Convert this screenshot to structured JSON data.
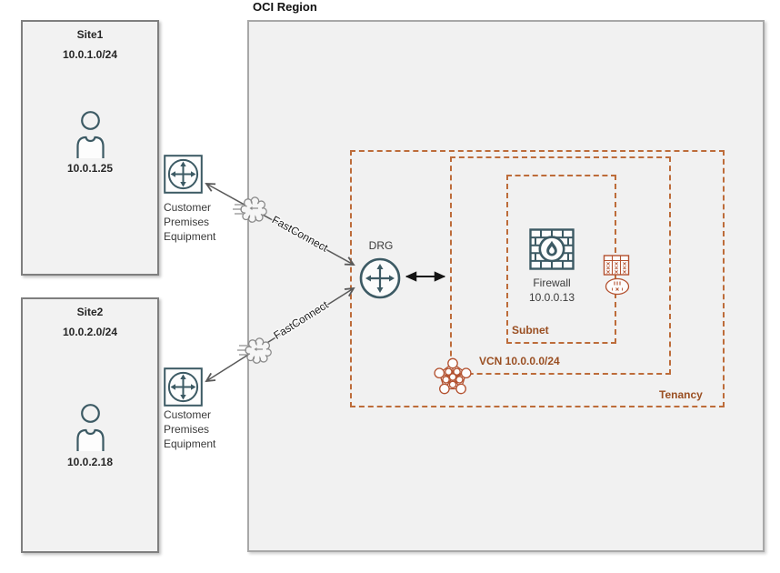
{
  "region": {
    "title": "OCI Region"
  },
  "sites": [
    {
      "name": "Site1",
      "cidr": "10.0.1.0/24",
      "host_ip": "10.0.1.25"
    },
    {
      "name": "Site2",
      "cidr": "10.0.2.0/24",
      "host_ip": "10.0.2.18"
    }
  ],
  "cpe": {
    "lines": [
      "Customer",
      "Premises",
      "Equipment"
    ]
  },
  "connections": [
    {
      "label": "FastConnect"
    },
    {
      "label": "FastConnect"
    }
  ],
  "drg": {
    "label": "DRG"
  },
  "firewall": {
    "label": "Firewall",
    "ip": "10.0.0.13"
  },
  "subnet": {
    "label": "Subnet"
  },
  "vcn": {
    "label": "VCN 10.0.0.0/24"
  },
  "tenancy": {
    "label": "Tenancy"
  },
  "icons": {
    "cpe": "router-icon",
    "drg": "router-icon",
    "site_host": "user-icon",
    "fastconnect": "cloud-icon",
    "firewall": "firewall-brick-flame-icon",
    "vcn": "vcn-network-icon",
    "route_table": "route-table-icon",
    "security_list": "security-list-icon"
  },
  "colors": {
    "teal": "#3c5a64",
    "dash": "#bd6c3a",
    "brown": "#9a4f22",
    "rust": "#b3512f",
    "line_gray": "#595959",
    "arrow_black": "#141414",
    "box_fill": "#f2f2f2",
    "box_border": "#7f7f7f",
    "region_border": "#a8a8a8"
  }
}
